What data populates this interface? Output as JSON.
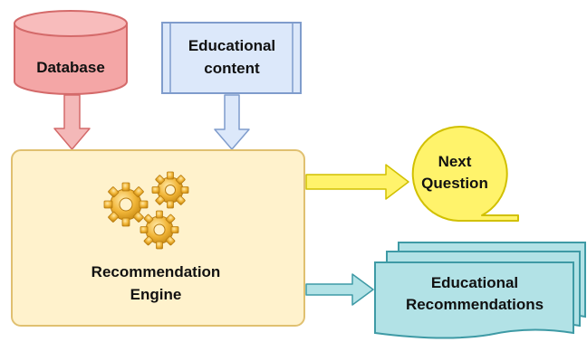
{
  "nodes": {
    "database": {
      "label": "Database",
      "fill": "#f4a6a6",
      "stroke": "#d46a6a"
    },
    "educational_content": {
      "line1": "Educational",
      "line2": "content",
      "fill": "#dce8fa",
      "stroke": "#7f9ccc"
    },
    "engine": {
      "line1": "Recommendation",
      "line2": "Engine",
      "fill": "#fff2cc",
      "stroke": "#e0c070",
      "icon": "gears-icon"
    },
    "next_question": {
      "line1": "Next",
      "line2": "Question",
      "fill": "#fff36b",
      "stroke": "#d1c000"
    },
    "educational_recommendations": {
      "line1": "Educational",
      "line2": "Recommendations",
      "fill": "#b2e2e6",
      "stroke": "#3e9aa5"
    }
  },
  "arrows": {
    "database_to_engine": {
      "fill": "#f4b8b8",
      "stroke": "#d46a6a"
    },
    "content_to_engine": {
      "fill": "#dce8fa",
      "stroke": "#7f9ccc"
    },
    "engine_to_question": {
      "fill": "#fff36b",
      "stroke": "#d1c000"
    },
    "engine_to_recommendations": {
      "fill": "#b2e2e6",
      "stroke": "#3e9aa5"
    }
  }
}
